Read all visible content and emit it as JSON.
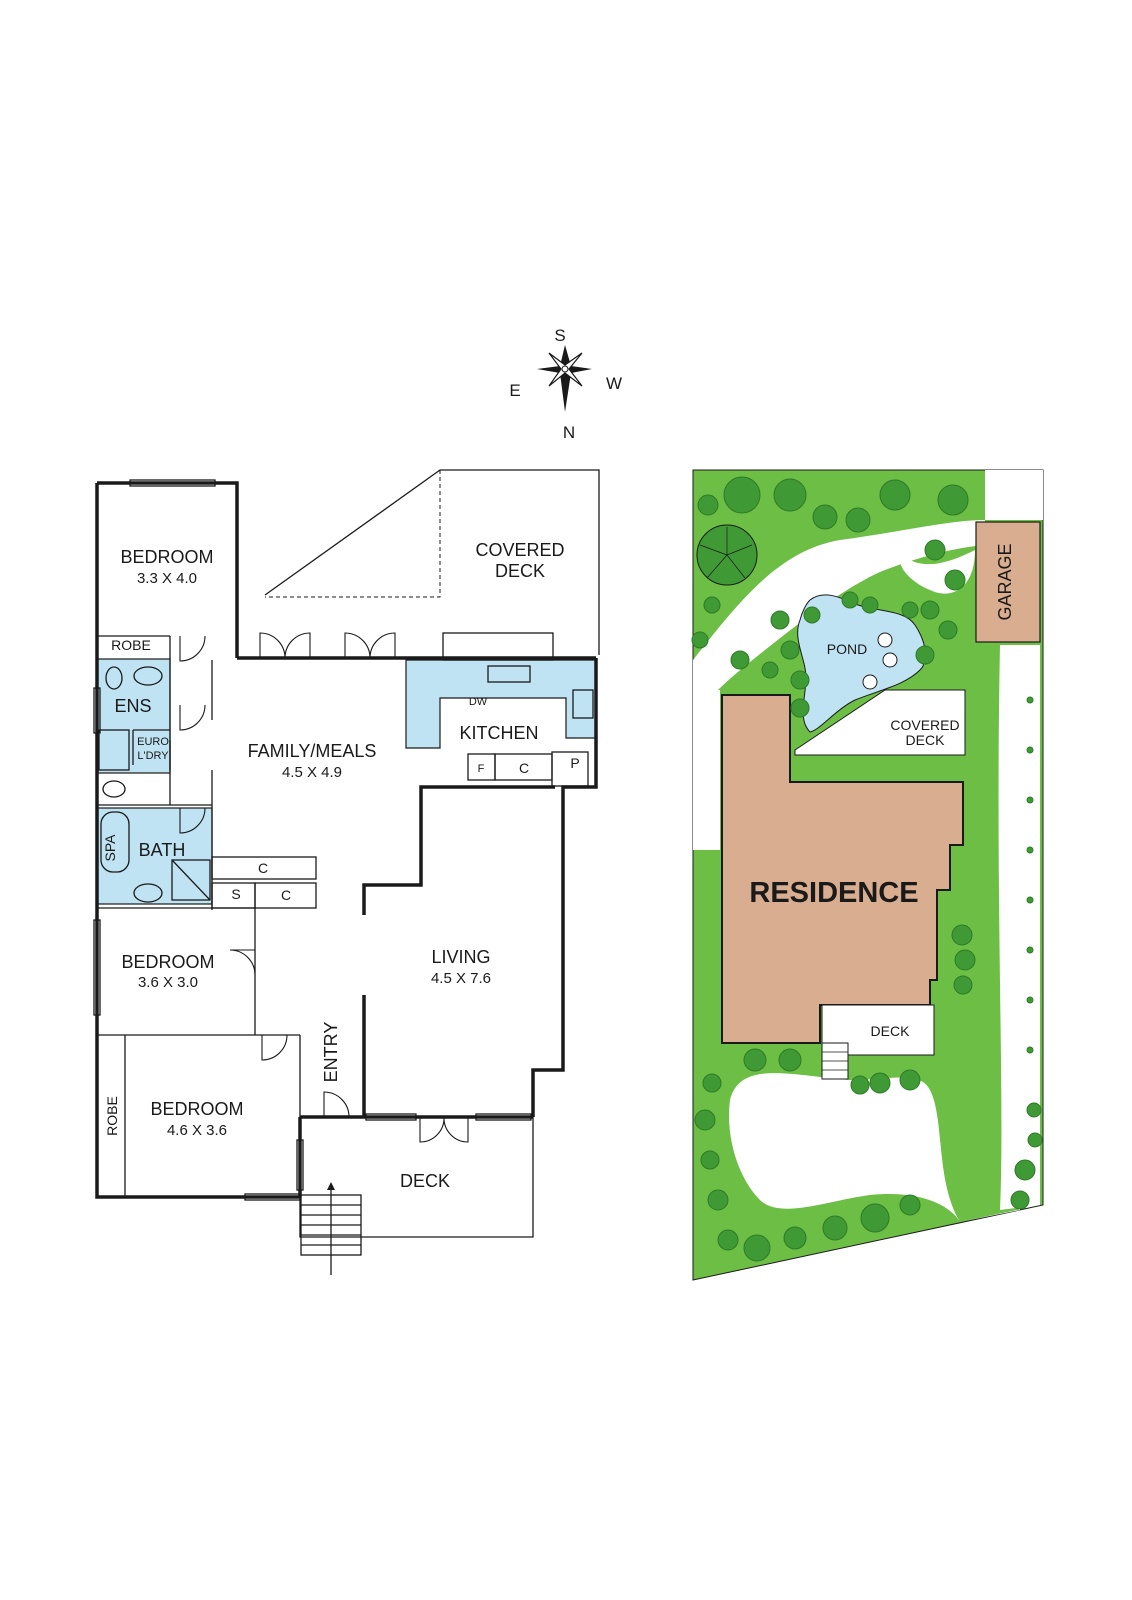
{
  "compass": {
    "north": "N",
    "south": "S",
    "east": "E",
    "west": "W"
  },
  "floor_plan": {
    "bedroom_1": {
      "label": "BEDROOM",
      "dims": "3.3 X 4.0"
    },
    "covered_deck": {
      "line1": "COVERED",
      "line2": "DECK"
    },
    "robe_1": "ROBE",
    "ens": "ENS",
    "euro_ldry": {
      "line1": "EURO",
      "line2": "L'DRY"
    },
    "family_meals": {
      "label": "FAMILY/MEALS",
      "dims": "4.5 X 4.9"
    },
    "kitchen": "KITCHEN",
    "dw": "DW",
    "fridge": "F",
    "cupboard_kitchen": "C",
    "pantry": "P",
    "spa": "SPA",
    "bath": "BATH",
    "cupboard_1": "C",
    "shelves": "S",
    "cupboard_2": "C",
    "bedroom_2": {
      "label": "BEDROOM",
      "dims": "3.6 X 3.0"
    },
    "living": {
      "label": "LIVING",
      "dims": "4.5 X 7.6"
    },
    "entry": "ENTRY",
    "robe_2": "ROBE",
    "bedroom_3": {
      "label": "BEDROOM",
      "dims": "4.6 X 3.6"
    },
    "deck": "DECK"
  },
  "site_plan": {
    "garage": "GARAGE",
    "pond": "POND",
    "covered_deck": {
      "line1": "COVERED",
      "line2": "DECK"
    },
    "residence": "RESIDENCE",
    "deck": "DECK"
  },
  "colors": {
    "wall": "#1a1a1a",
    "wet_area": "#bfe3f2",
    "lawn": "#6cbe45",
    "shrub": "#3f9a35",
    "pond": "#bfe3f2",
    "residence": "#d9ad8f",
    "garage": "#d9ad8f"
  }
}
